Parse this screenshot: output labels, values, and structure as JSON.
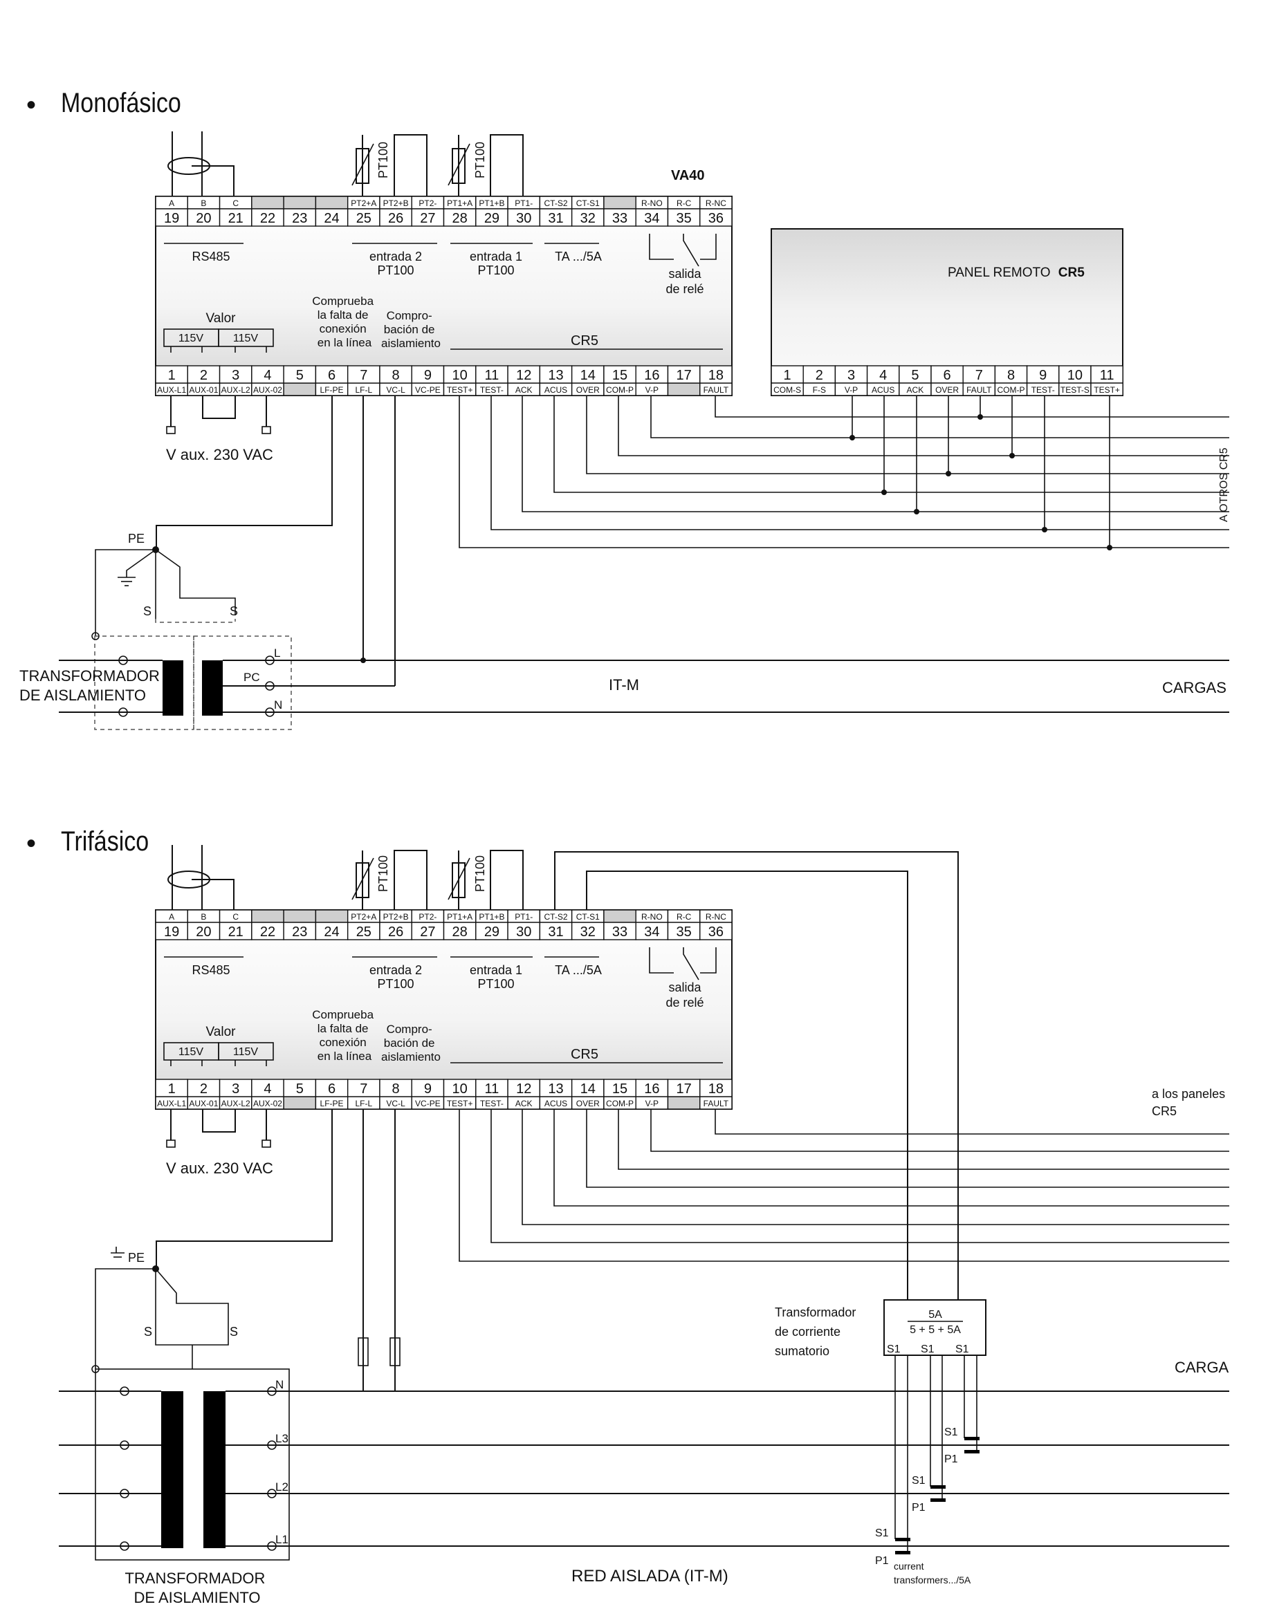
{
  "sections": [
    {
      "bullet": "•",
      "title": "Monofásico"
    },
    {
      "bullet": "•",
      "title": "Trifásico"
    }
  ],
  "device": {
    "model": "VA40",
    "name": "CR5",
    "top_numbers": [
      "19",
      "20",
      "21",
      "22",
      "23",
      "24",
      "25",
      "26",
      "27",
      "28",
      "29",
      "30",
      "31",
      "32",
      "33",
      "34",
      "35",
      "36"
    ],
    "top_labels": [
      "A",
      "B",
      "C",
      "",
      "",
      "",
      "PT2+A",
      "PT2+B",
      "PT2-",
      "PT1+A",
      "PT1+B",
      "PT1-",
      "CT-S2",
      "CT-S1",
      "",
      "R-NO",
      "R-C",
      "R-NC"
    ],
    "bottom_numbers": [
      "1",
      "2",
      "3",
      "4",
      "5",
      "6",
      "7",
      "8",
      "9",
      "10",
      "11",
      "12",
      "13",
      "14",
      "15",
      "16",
      "17",
      "18"
    ],
    "bottom_labels": [
      "AUX-L1",
      "AUX-01",
      "AUX-L2",
      "AUX-02",
      "",
      "LF-PE",
      "LF-L",
      "VC-L",
      "VC-PE",
      "TEST+",
      "TEST-",
      "ACK",
      "ACUS",
      "OVER",
      "COM-P",
      "V-P",
      "",
      "FAULT"
    ],
    "rs485": "RS485",
    "entrada2": [
      "entrada 2",
      "PT100"
    ],
    "entrada1": [
      "entrada 1",
      "PT100"
    ],
    "ta": "TA .../5A",
    "salida": [
      "salida",
      "de relé"
    ],
    "valor": "Valor",
    "v115": "115V",
    "comprueba": [
      "Comprueba",
      "la  falta de",
      "conexión",
      "en la línea"
    ],
    "comprobacion": [
      "Compro-",
      "bación de",
      "aislamiento"
    ],
    "pt100": "PT100",
    "vaux": "V aux. 230 VAC"
  },
  "remote_panel": {
    "title": "PANEL REMOTO",
    "title_bold": "CR5",
    "numbers": [
      "1",
      "2",
      "3",
      "4",
      "5",
      "6",
      "7",
      "8",
      "9",
      "10",
      "11"
    ],
    "labels": [
      "COM-S",
      "F-S",
      "V-P",
      "ACUS",
      "ACK",
      "OVER",
      "FAULT",
      "COM-P",
      "TEST-",
      "TEST-S",
      "TEST+"
    ]
  },
  "mono": {
    "a_otros": "A OTROS CR5",
    "pe": "PE",
    "s": "S",
    "transformer": [
      "TRANSFORMADOR",
      "DE AISLAMIENTO"
    ],
    "L": "L",
    "PC": "PC",
    "N": "N",
    "itm": "IT-M",
    "cargas": "CARGAS"
  },
  "tri": {
    "a_los_paneles": [
      "a los paneles",
      "CR5"
    ],
    "pe": "PE",
    "s": "S",
    "transformer": [
      "TRANSFORMADOR",
      "DE AISLAMIENTO"
    ],
    "phases": [
      "N",
      "L3",
      "L2",
      "L1"
    ],
    "red": "RED AISLADA (IT-M)",
    "carga": "CARGA",
    "sum_ct": [
      "Transformador",
      "de corriente",
      "sumatorio"
    ],
    "ratio_top": "5A",
    "ratio_bottom": "5 + 5 + 5A",
    "s1": "S1",
    "p1": "P1",
    "current": [
      "current",
      "transformers.../5A"
    ]
  }
}
